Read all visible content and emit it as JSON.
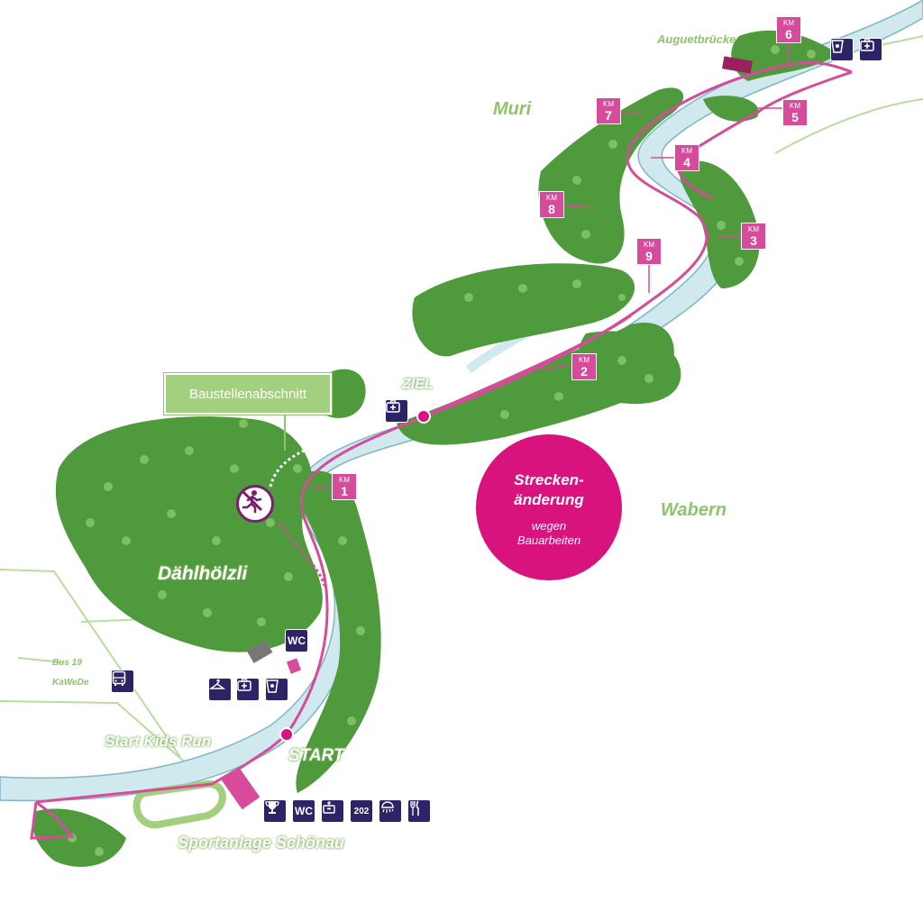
{
  "colors": {
    "river": "#cfe9ee",
    "river_edge": "#7fb7c4",
    "route": "#d64b9a",
    "tree": "#4e9a3c",
    "tree_light": "#7cc063",
    "green_area": "#a3d07f",
    "icon_bg": "#2c2466",
    "accent": "#d9137e"
  },
  "places": {
    "augustbruecke": "Auguetbrücke",
    "muri": "Muri",
    "wabern": "Wabern",
    "daehlhoelzli": "Dählhölzli",
    "ziel": "ZIEL",
    "start": "START",
    "start_kids_run": "Start Kids Run",
    "sportanlage": "Sportanlage Schönau",
    "bus": "Bus 19",
    "bus_stop": "KaWeDe"
  },
  "callout": {
    "label": "Baustellenabschnitt"
  },
  "notice": {
    "line1": "Strecken-",
    "line2": "änderung",
    "line3": "wegen",
    "line4": "Bauarbeiten"
  },
  "km_markers": [
    {
      "k": "KM",
      "n": "1"
    },
    {
      "k": "KM",
      "n": "2"
    },
    {
      "k": "KM",
      "n": "3"
    },
    {
      "k": "KM",
      "n": "4"
    },
    {
      "k": "KM",
      "n": "5"
    },
    {
      "k": "KM",
      "n": "6"
    },
    {
      "k": "KM",
      "n": "7"
    },
    {
      "k": "KM",
      "n": "8"
    },
    {
      "k": "KM",
      "n": "9"
    }
  ],
  "icons": {
    "wc": "WC",
    "room": "202"
  },
  "icon_names": [
    "first-aid-icon",
    "drink-cup-icon",
    "wc-icon",
    "cloakroom-icon",
    "trophy-icon",
    "luggage-icon",
    "shower-icon",
    "restaurant-icon",
    "bus-icon",
    "no-running-icon"
  ]
}
